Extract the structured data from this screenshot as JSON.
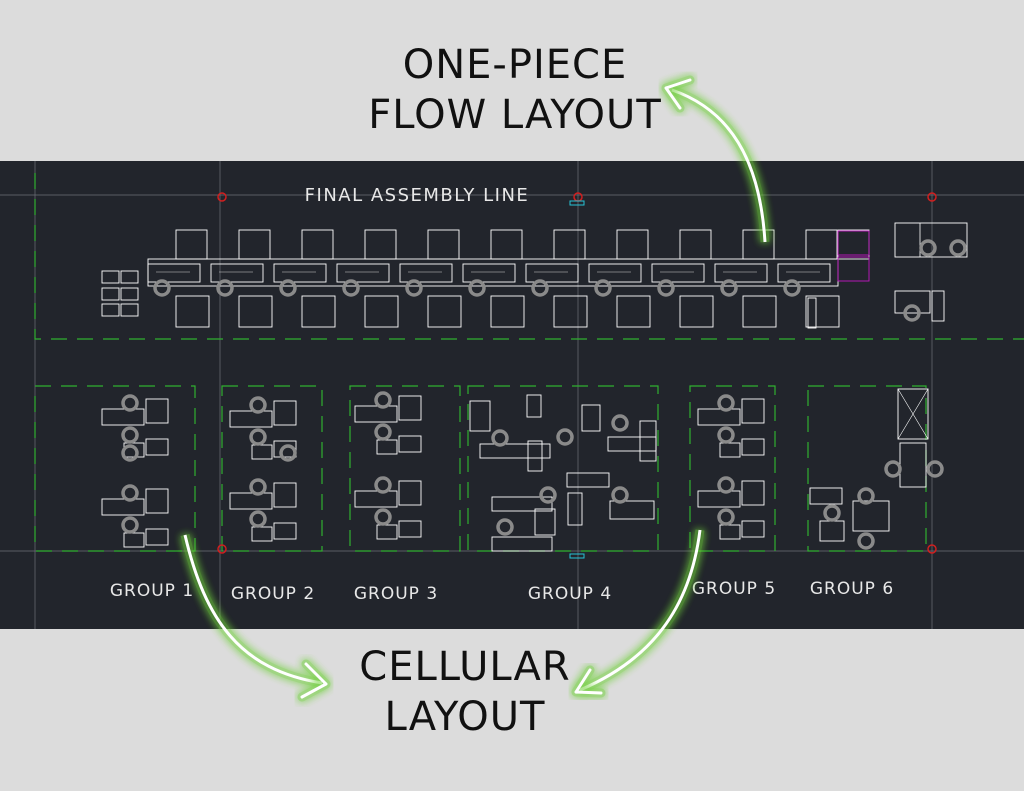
{
  "titles": {
    "top_line1": "ONE-PIECE",
    "top_line2": "FLOW LAYOUT",
    "bottom_line1": "CELLULAR",
    "bottom_line2": "LAYOUT"
  },
  "cad": {
    "line_label": "FINAL ASSEMBLY LINE",
    "groups": [
      "GROUP 1",
      "GROUP 2",
      "GROUP 3",
      "GROUP 4",
      "GROUP 5",
      "GROUP 6"
    ]
  },
  "colors": {
    "cad_background": "#22252c",
    "page_background": "#dcdcdc",
    "cad_lines": "#ffffff",
    "boundary_dashes": "#2fb02f",
    "arrow_glow": "#6fd13a",
    "highlight_station": "#c218c2",
    "operator_symbol": "#8a8a8a",
    "column_marker": "#d11f1f"
  }
}
